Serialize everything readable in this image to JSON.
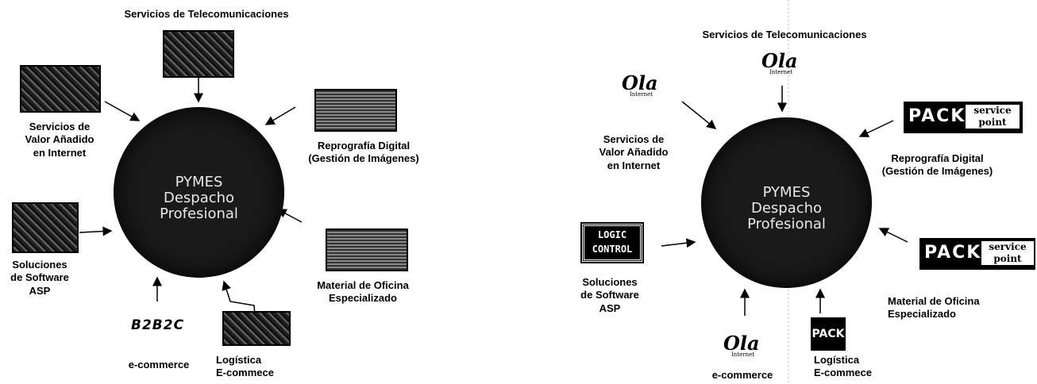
{
  "left": {
    "telecom": "Servicios de Telecomunicaciones",
    "valor": "Servicios de\nValor Añadido\nen Internet",
    "reprografia": "Reprografía Digital\n(Gestión de Imágenes)",
    "material": "Material de Oficina\nEspecializado",
    "logistica": "Logística\nE-commece",
    "ecommerce": "e-commerce",
    "software": "Soluciones\nde Software\nASP",
    "b2b2c": "B2B2C",
    "center": "PYMES\nDespacho\nProfesional"
  },
  "right": {
    "telecom": "Servicios de Telecomunicaciones",
    "valor": "Servicios de\nValor Añadido\nen Internet",
    "reprografia": "Reprografía Digital\n(Gestión de Imágenes)",
    "material": "Material de Oficina\nEspecializado",
    "logistica": "Logística\nE-commece",
    "ecommerce": "e-commerce",
    "software": "Soluciones\nde Software\nASP",
    "ola": "Ola",
    "ola_sub": "Internet",
    "pack": "PACK",
    "service_point": "service point",
    "logic": "LOGIC CONTROL",
    "center": "PYMES\nDespacho\nProfesional"
  }
}
